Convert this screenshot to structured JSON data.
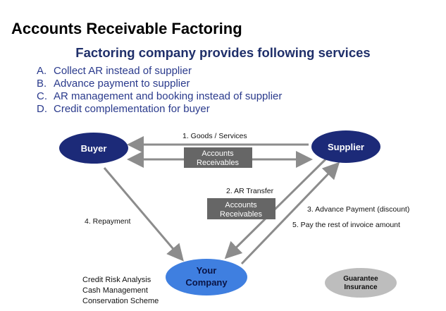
{
  "title": "Accounts Receivable Factoring",
  "subtitle": "Factoring company provides following services",
  "services": [
    {
      "letter": "A.",
      "text": "Collect AR instead of supplier"
    },
    {
      "letter": "B.",
      "text": "Advance payment to supplier"
    },
    {
      "letter": "C.",
      "text": "AR management and booking instead of supplier"
    },
    {
      "letter": "D.",
      "text": "Credit complementation for buyer"
    }
  ],
  "nodes": {
    "buyer": "Buyer",
    "supplier": "Supplier",
    "company_line1": "Your",
    "company_line2": "Company",
    "guarantee_line1": "Guarantee",
    "guarantee_line2": "Insurance"
  },
  "flows": {
    "goods": "1. Goods / Services",
    "ar_transfer": "2. AR Transfer",
    "advance_payment": "3. Advance Payment (discount)",
    "repayment": "4. Repayment",
    "pay_rest": "5. Pay the rest of invoice amount"
  },
  "boxes": {
    "top_line1": "Accounts",
    "top_line2": "Receivables",
    "mid_line1": "Accounts",
    "mid_line2": "Receivables"
  },
  "company_services": [
    "Credit Risk Analysis",
    "Cash Management",
    "Conservation Scheme"
  ],
  "colors": {
    "node_blue": "#1c2a78",
    "company_blue": "#3f7fe0",
    "arrow_gray": "#8c8c8c",
    "box_gray": "#666666",
    "guarantee_gray": "#bdbdbd",
    "title_navy": "#1f2f6a",
    "list_blue": "#2a3a8c"
  }
}
